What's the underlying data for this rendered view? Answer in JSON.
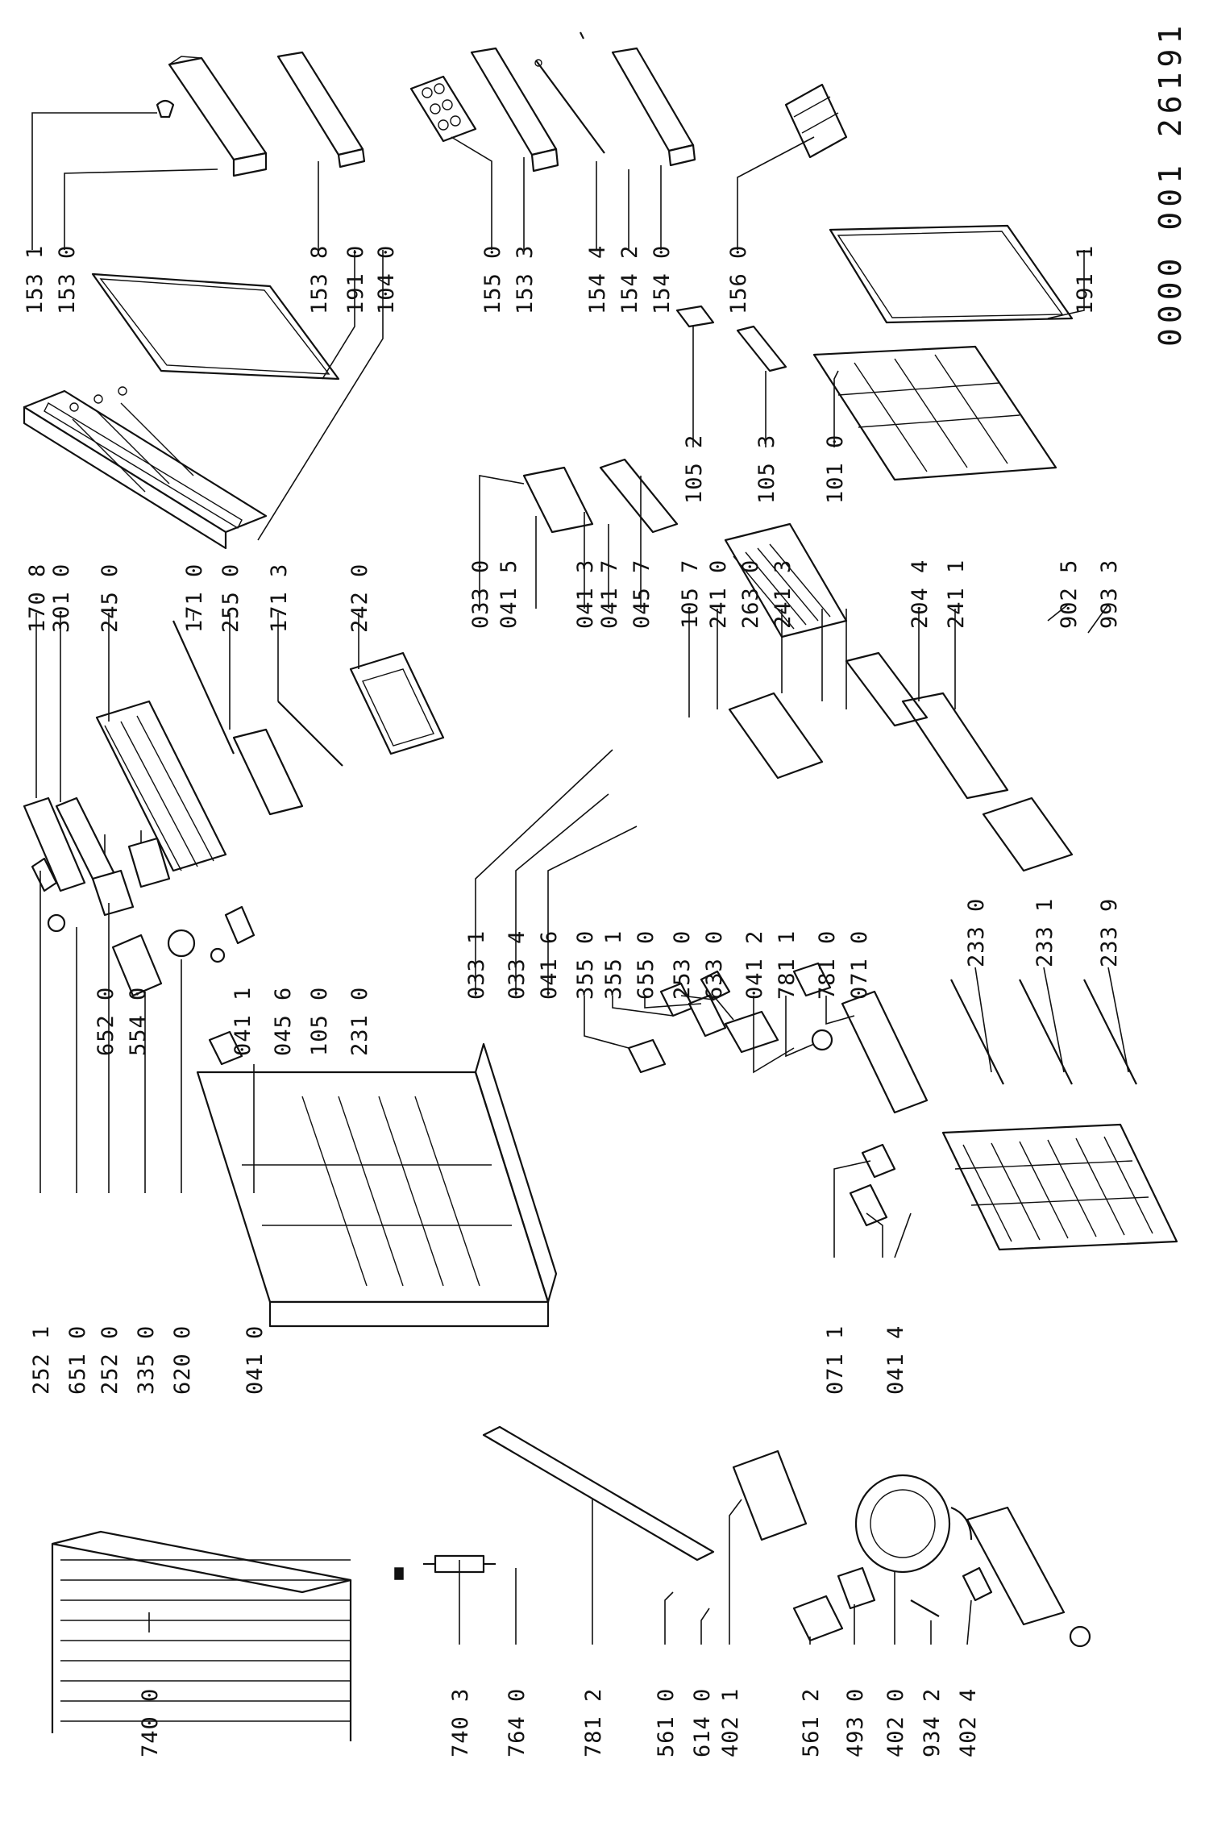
{
  "document_id": "0000 001 26191",
  "labels": {
    "p1531": "153 1",
    "p1530": "153 0",
    "p1538": "153 8",
    "p1910": "191 0",
    "p1040": "104 0",
    "p1550": "155 0",
    "p1533": "153 3",
    "p1544": "154 4",
    "p1542": "154 2",
    "p1540": "154 0",
    "p1560": "156 0",
    "p1911": "191 1",
    "p1052": "105 2",
    "p1053": "105 3",
    "p1010": "101 0",
    "p1708": "170 8",
    "p3010": "301 0",
    "p2450": "245 0",
    "p1710": "171 0",
    "p2550": "255 0",
    "p1713": "171 3",
    "p2420": "242 0",
    "p0330": "033 0",
    "p0415": "041 5",
    "p0413": "041 3",
    "p0417": "041 7",
    "p0457": "045 7",
    "p1057": "105 7",
    "p2410": "241 0",
    "p2630": "263 0",
    "p2413": "241 3",
    "p2044": "204 4",
    "p2411": "241 1",
    "p9025": "902 5",
    "p9933": "993 3",
    "p6520": "652 0",
    "p5540": "554 0",
    "p0411": "041 1",
    "p0456": "045 6",
    "p1050": "105 0",
    "p2310": "231 0",
    "p0331": "033 1",
    "p0334": "033 4",
    "p0416": "041 6",
    "p3550": "355 0",
    "p3551": "355 1",
    "p6550": "655 0",
    "p2530": "253 0",
    "p6330": "633 0",
    "p0412": "041 2",
    "p7811": "781 1",
    "p7810": "781 0",
    "p0710": "071 0",
    "p2330": "233 0",
    "p2331": "233 1",
    "p2339": "233 9",
    "p2521": "252 1",
    "p6510": "651 0",
    "p2520": "252 0",
    "p3350": "335 0",
    "p6200": "620 0",
    "p0410": "041 0",
    "p0711": "071 1",
    "p0414": "041 4",
    "p7400": "740 0",
    "p7403": "740 3",
    "p7640": "764 0",
    "p7812": "781 2",
    "p5610": "561 0",
    "p6140": "614 0",
    "p4021": "402 1",
    "p5612": "561 2",
    "p4930": "493 0",
    "p4020": "402 0",
    "p9342": "934 2",
    "p4024": "402 4"
  }
}
